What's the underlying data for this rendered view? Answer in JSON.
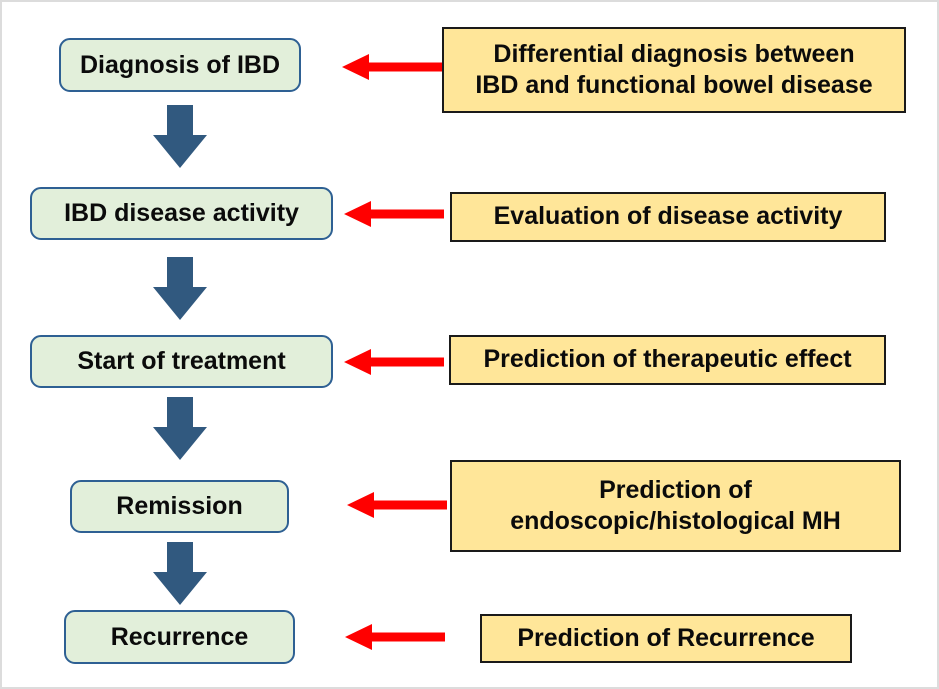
{
  "palette": {
    "stage_fill": "#e2efda",
    "stage_border": "#2e6093",
    "annotation_fill": "#ffe699",
    "annotation_border": "#1a1a1a",
    "flow_arrow": "#31597f",
    "pointer_arrow": "#ff0000",
    "background": "#ffffff"
  },
  "rows": [
    {
      "stage": "Diagnosis of IBD",
      "annotation_lines": [
        "Differential diagnosis between",
        "IBD and functional bowel disease"
      ]
    },
    {
      "stage": "IBD disease activity",
      "annotation_lines": [
        "Evaluation of disease activity"
      ]
    },
    {
      "stage": "Start of treatment",
      "annotation_lines": [
        "Prediction of therapeutic effect"
      ]
    },
    {
      "stage": "Remission",
      "annotation_lines": [
        "Prediction of",
        "endoscopic/histological MH"
      ]
    },
    {
      "stage": "Recurrence",
      "annotation_lines": [
        "Prediction of Recurrence"
      ]
    }
  ]
}
